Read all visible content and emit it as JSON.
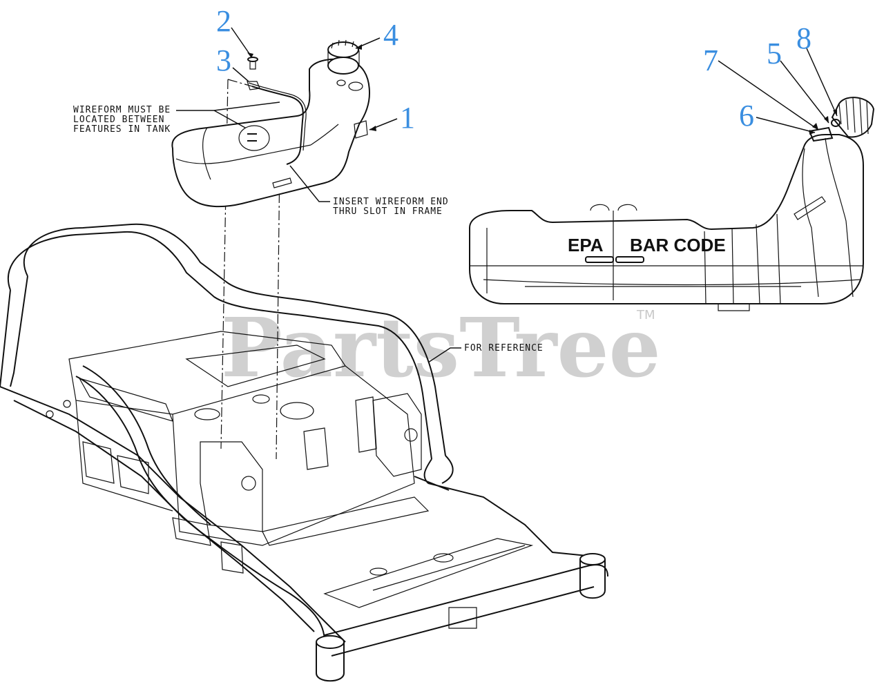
{
  "callouts": {
    "c1": "1",
    "c2": "2",
    "c3": "3",
    "c4": "4",
    "c5": "5",
    "c6": "6",
    "c7": "7",
    "c8": "8"
  },
  "notes": {
    "wireform_line1": "WIREFORM MUST BE",
    "wireform_line2": "LOCATED BETWEEN",
    "wireform_line3": "FEATURES IN TANK",
    "insert_line1": "INSERT WIREFORM END",
    "insert_line2": "THRU SLOT IN FRAME",
    "reference": "FOR REFERENCE"
  },
  "tank_labels": {
    "epa": "EPA",
    "barcode": "BAR CODE"
  },
  "watermark": {
    "text": "PartsTree",
    "tm": "TM"
  },
  "colors": {
    "callout": "#3a8ee0",
    "line": "#111111",
    "watermark": "#c8c8c8"
  }
}
